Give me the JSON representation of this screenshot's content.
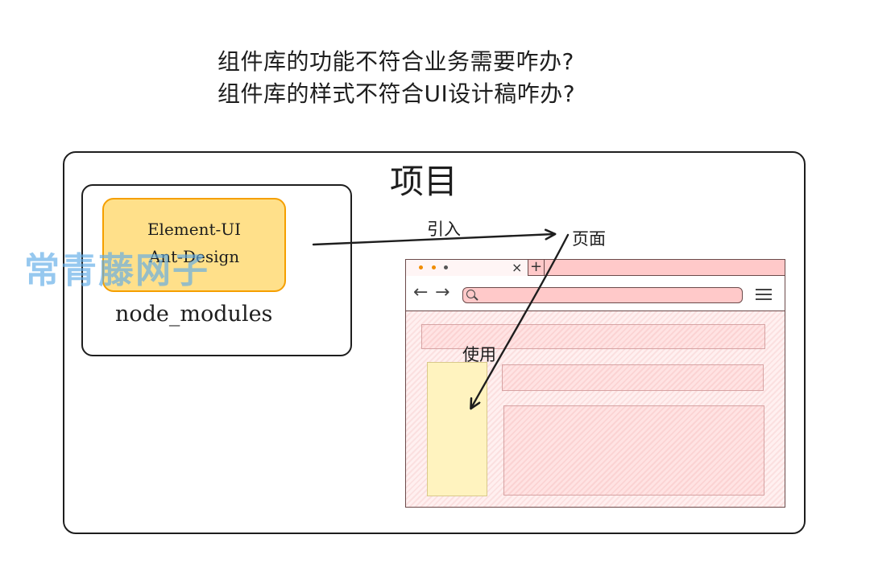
{
  "questions": [
    "组件库的功能不符合业务需要咋办?",
    "组件库的样式不符合UI设计稿咋办?"
  ],
  "project": {
    "title": "项目"
  },
  "node_modules": {
    "label": "node_modules",
    "libraries": [
      "Element-UI",
      "Ant-Design"
    ]
  },
  "labels": {
    "import": "引入",
    "page": "页面",
    "use": "使用"
  },
  "watermark": "常青藤网子",
  "browser": {
    "tab_close": "×",
    "tab_new": "+",
    "nav_back": "←",
    "nav_forward": "→"
  },
  "colors": {
    "library_fill": "#ffe08a",
    "library_border": "#f59f00",
    "browser_fill": "#ffc9c9",
    "sidebar_fill": "#fff3bf",
    "watermark": "#5eaae6"
  }
}
